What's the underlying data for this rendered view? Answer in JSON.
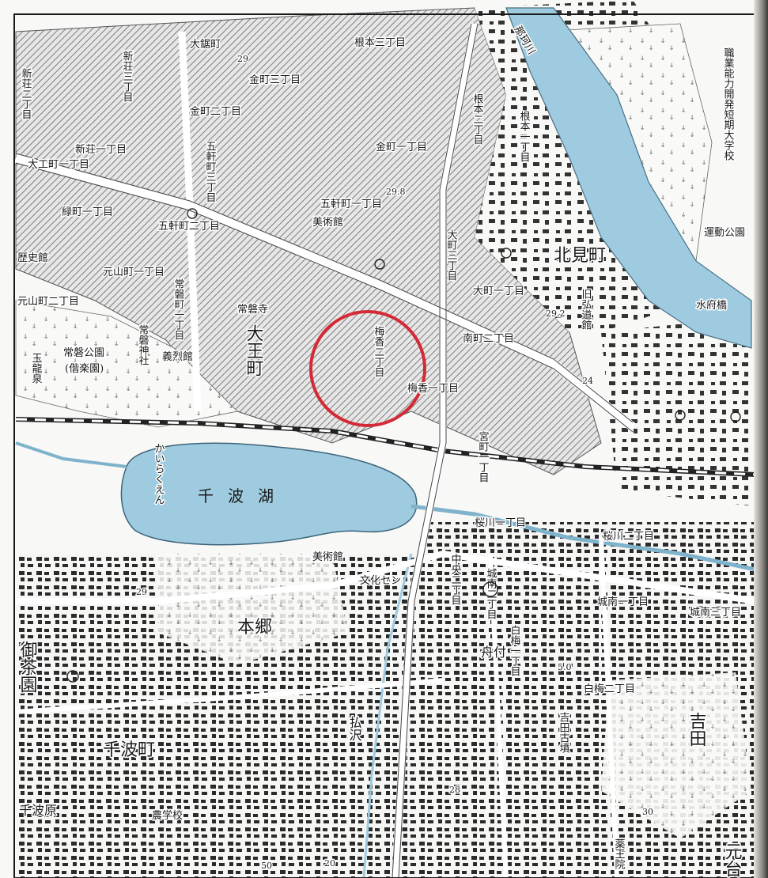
{
  "map": {
    "lake_name": "千波湖",
    "districts": {
      "daio": "大王町",
      "kitami": "北見町",
      "hongo": "本郷",
      "senba": "千波町",
      "senbahara": "千波原",
      "yoshida": "吉田",
      "motodai": "元台",
      "ochanomizu": "御茶園",
      "harasawa": "払沢",
      "funatsuki": "舟付"
    },
    "chome_labels": {
      "nemoto_3": "根本三丁目",
      "nemoto_2": "根本二丁目",
      "nemoto_1": "根本一丁目",
      "niiso_2": "新荘二丁目",
      "niiso_3": "新荘三丁目",
      "niiso_1": "新荘一丁目",
      "okubo_1": "大工町一丁目",
      "ogaricho": "大鋸町",
      "kanemachi_3": "金町三丁目",
      "kanemachi_2": "金町二丁目",
      "kanemachi_1": "金町一丁目",
      "goken_3": "五軒町三丁目",
      "goken_2": "五軒町二丁目",
      "goken_1": "五軒町一丁目",
      "midori_1": "緑町一丁目",
      "motoyama_1": "元山町一丁目",
      "motoyama_2": "元山町二丁目",
      "tokiwa_1": "常磐町一丁目",
      "omachi_3": "大町三丁目",
      "omachi_1": "大町一丁目",
      "umeka_2": "梅香二丁目",
      "umeka_1": "梅香一丁目",
      "minamimachi_2": "南町二丁目",
      "sakuragawa_1": "桜川一丁目",
      "sakuragawa_2": "桜川二丁目",
      "chuo_2": "中央二丁目",
      "jonan_1": "城南一丁目",
      "jonan_2": "城南二丁目",
      "jonan_3": "城南三丁目",
      "shiraume_1": "白梅一丁目",
      "shiraume_2": "白梅二丁目",
      "miyamachi_1": "宮町一丁目"
    },
    "landmarks": {
      "history_museum": "歴史館",
      "art_museum_top": "美術館",
      "art_museum_lake": "美術館",
      "culture_center": "文化セン",
      "tokiwa_park": "常磐公園",
      "kairakuen": "(偕楽園)",
      "tokiwa_shrine": "常磐神社",
      "gishu_kan": "義烈館",
      "tokiwa_temple": "常磐寺",
      "gyokuryusen": "玉龍泉",
      "polytech": "職業能力開発短期大学校",
      "sports_park": "運動公園",
      "kyu_koudou": "旧弘道館",
      "yoshida_kofun": "吉田古墳",
      "yakuouin": "薬王院",
      "nogakko": "農学校",
      "mito_st": "水府橋",
      "kairakuen_st": "かいらくえん"
    },
    "river_label": "那珂川",
    "route_number": "50",
    "elevations": [
      "29",
      "29",
      "29.8",
      "29.2",
      "28",
      "30",
      "5.0",
      "24",
      "20"
    ]
  }
}
